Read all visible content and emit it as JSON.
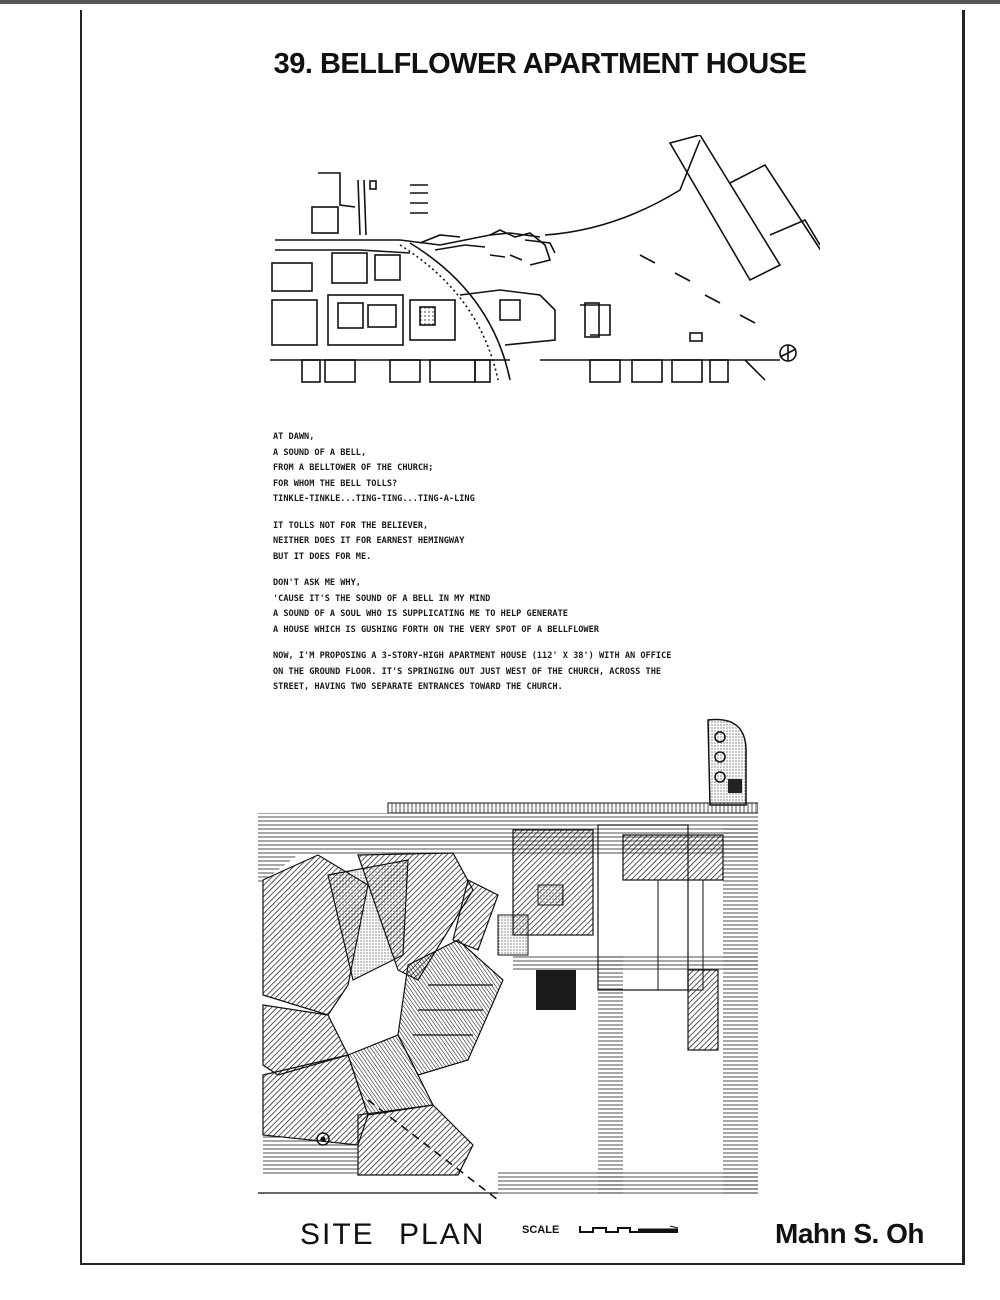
{
  "header": {
    "title": "39. BELLFLOWER APARTMENT HOUSE"
  },
  "poem": {
    "stanzas": [
      [
        "At dawn,",
        "A sound of a bell,",
        "From a belltower of the church;",
        "For whom the bell tolls?",
        "Tinkle-tinkle...ting-ting...ting-a-ling"
      ],
      [
        "It tolls not for the believer,",
        "Neither does it for Earnest Hemingway",
        "But it does for me."
      ],
      [
        "Don't ask me why,",
        "'Cause it's the sound of a bell in my mind",
        "A sound of a soul who is supplicating me to help generate",
        "A house which is gushing forth on the very spot of a bellflower"
      ],
      [
        "Now, I'm proposing a 3-story-high apartment house (112' x 38') with an office",
        "on the ground floor.  It's springing out just west of the church, across the",
        "street, having two separate entrances toward the church."
      ]
    ]
  },
  "footer": {
    "site_plan_label": "SITE PLAN",
    "scale_label": "SCALE",
    "author": "Mahn S. Oh"
  }
}
